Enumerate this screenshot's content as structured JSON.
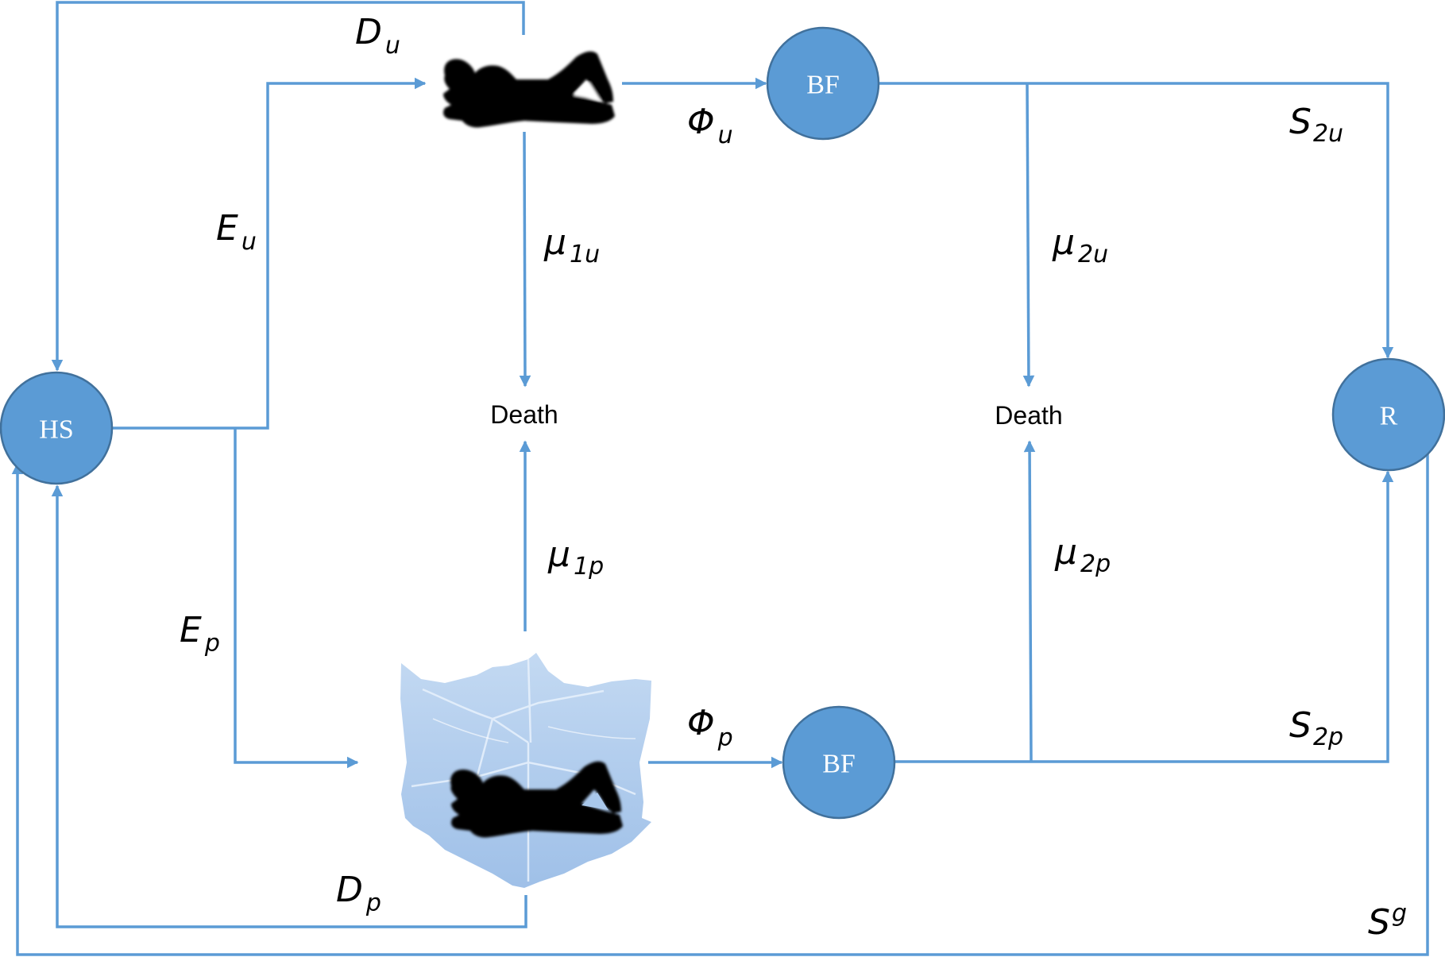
{
  "diagram": {
    "type": "compartment-flow",
    "colors": {
      "node_fill": "#5b9bd5",
      "edge": "#5b9bd5",
      "node_text": "#ffffff",
      "net": "#a9c8ec",
      "silhouette": "#000000"
    },
    "nodes": {
      "hs": {
        "label": "HS"
      },
      "bf_u": {
        "label": "BF"
      },
      "bf_p": {
        "label": "BF"
      },
      "r": {
        "label": "R"
      },
      "death_1": {
        "label": "Death"
      },
      "death_2": {
        "label": "Death"
      },
      "person_unprotected": {
        "label": "unprotected-sleeper-icon"
      },
      "person_protected": {
        "label": "sleeper-under-bednet-icon"
      }
    },
    "rates": {
      "D_u": {
        "base": "D",
        "sub": "u"
      },
      "E_u": {
        "base": "E",
        "sub": "u"
      },
      "Phi_u": {
        "base": "Φ",
        "sub": "u"
      },
      "mu_1u": {
        "base": "μ",
        "sub": "1u"
      },
      "mu_2u": {
        "base": "μ",
        "sub": "2u"
      },
      "S_2u": {
        "base": "S",
        "sub": "2u"
      },
      "E_p": {
        "base": "E",
        "sub": "p"
      },
      "Phi_p": {
        "base": "Φ",
        "sub": "p"
      },
      "mu_1p": {
        "base": "μ",
        "sub": "1p"
      },
      "mu_2p": {
        "base": "μ",
        "sub": "2p"
      },
      "S_2p": {
        "base": "S",
        "sub": "2p"
      },
      "D_p": {
        "base": "D",
        "sub": "p"
      },
      "S_g": {
        "base": "S",
        "sup": "g"
      }
    },
    "edges": [
      {
        "from": "HS",
        "to": "unprotected",
        "rate": "E_u"
      },
      {
        "from": "HS",
        "to": "protected",
        "rate": "E_p"
      },
      {
        "from": "unprotected",
        "to": "HS",
        "rate": "D_u"
      },
      {
        "from": "protected",
        "to": "HS",
        "rate": "D_p"
      },
      {
        "from": "unprotected",
        "to": "BF",
        "rate": "Phi_u"
      },
      {
        "from": "protected",
        "to": "BF",
        "rate": "Phi_p"
      },
      {
        "from": "unprotected",
        "to": "Death",
        "rate": "mu_1u"
      },
      {
        "from": "protected",
        "to": "Death",
        "rate": "mu_1p"
      },
      {
        "from": "BF (u)",
        "to": "Death",
        "rate": "mu_2u"
      },
      {
        "from": "BF (p)",
        "to": "Death",
        "rate": "mu_2p"
      },
      {
        "from": "BF (u)",
        "to": "R",
        "rate": "S_2u"
      },
      {
        "from": "BF (p)",
        "to": "R",
        "rate": "S_2p"
      },
      {
        "from": "R",
        "to": "HS",
        "rate": "S_g"
      }
    ]
  }
}
